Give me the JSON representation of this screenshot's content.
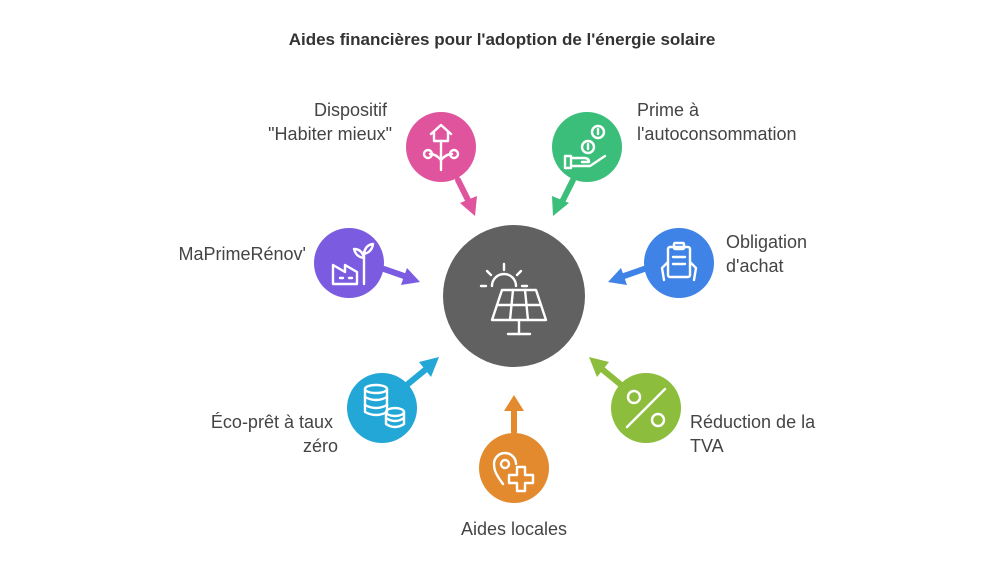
{
  "title": "Aides financières pour l'adoption de l'énergie solaire",
  "center": {
    "icon": "solar-panel-icon",
    "color": "#616161"
  },
  "nodes": [
    {
      "key": "habiter",
      "lines": [
        "Dispositif",
        "\"Habiter mieux\""
      ],
      "icon": "house-plant-icon",
      "color": "#E0549E"
    },
    {
      "key": "prime",
      "lines": [
        "Prime à",
        "l'autoconsommation"
      ],
      "icon": "hand-coins-icon",
      "color": "#3BBE7A"
    },
    {
      "key": "obligation",
      "lines": [
        "Obligation",
        "d'achat"
      ],
      "icon": "clipboard-hands-icon",
      "color": "#3F83E6"
    },
    {
      "key": "tva",
      "lines": [
        "Réduction de la",
        "TVA"
      ],
      "icon": "percent-icon",
      "color": "#8DBD3C"
    },
    {
      "key": "locales",
      "lines": [
        "Aides locales"
      ],
      "icon": "location-plus-icon",
      "color": "#E38A2E"
    },
    {
      "key": "ecopret",
      "lines": [
        "Éco-prêt à taux",
        "zéro"
      ],
      "icon": "coin-stack-icon",
      "color": "#22A7D6"
    },
    {
      "key": "maprime",
      "lines": [
        "MaPrimeRénov'"
      ],
      "icon": "factory-plant-icon",
      "color": "#7B5BE0"
    }
  ]
}
